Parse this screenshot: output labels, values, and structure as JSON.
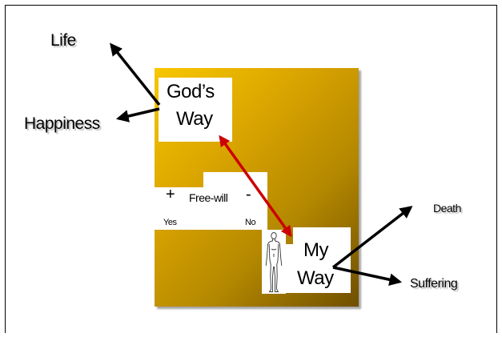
{
  "diagram": {
    "labels": {
      "life": "Life",
      "happiness": "Happiness",
      "death": "Death",
      "suffering": "Suffering"
    },
    "gods_way": {
      "line1": "God’s",
      "line2": "Way"
    },
    "my_way": {
      "line1": "My",
      "line2": "Way"
    },
    "free_will": {
      "plus": "+",
      "label": "Free-will",
      "minus": "-",
      "yes": "Yes",
      "no": "No"
    },
    "colors": {
      "gold_light": "#f7c700",
      "gold_dark": "#6f4f00",
      "red_arrow": "#cc0000",
      "black_arrow": "#000000"
    },
    "icons": {
      "figure": "human-figure-icon"
    }
  }
}
